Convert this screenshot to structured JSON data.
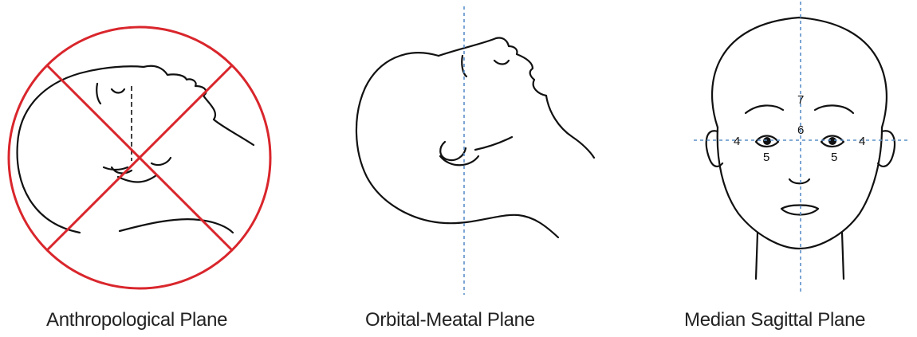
{
  "panels": [
    {
      "caption": "Anthropological Plane",
      "crossed_out": true
    },
    {
      "caption": "Orbital-Meatal Plane",
      "crossed_out": false
    },
    {
      "caption": "Median Sagittal Plane",
      "crossed_out": false
    }
  ],
  "face_labels": {
    "forehead": "7",
    "nasion": "6",
    "left_canthus": "4",
    "right_canthus": "4",
    "left_cheek": "5",
    "right_cheek": "5"
  },
  "colors": {
    "prohibition": "#d9262c",
    "guide_line": "#5b8fc9",
    "ink": "#111111"
  }
}
